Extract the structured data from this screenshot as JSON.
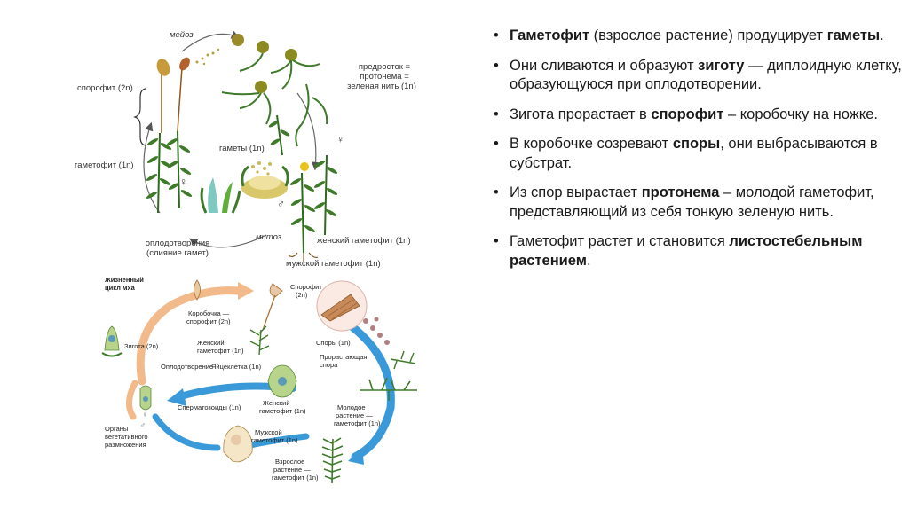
{
  "diagram_top": {
    "meiosis": "мейоз",
    "sporophyte": "спорофит (2n)",
    "gametophyte": "гаметофит (1n)",
    "protonema_l1": "предросток =",
    "protonema_l2": "протонема =",
    "protonema_l3": "зеленая нить (1n)",
    "gametes": "гаметы (1n)",
    "fert_l1": "оплодотворения",
    "fert_l2": "(слияние гамет)",
    "mitosis": "митоз",
    "female": "женский гаметофит (1n)",
    "male": "мужской гаметофит (1n)",
    "female_sym": "♀",
    "male_sym": "♂"
  },
  "diagram_bottom": {
    "title_l1": "Жизненный",
    "title_l2": "цикл мха",
    "sporophyte_l1": "Спорофит",
    "sporophyte_l2": "(2n)",
    "capsule_l1": "Коробочка —",
    "capsule_l2": "спорофит (2n)",
    "zygote": "Зигота (2n)",
    "female_l1": "Женский",
    "female_l2": "гаметофит (1n)",
    "spores": "Споры (1n)",
    "germ_l1": "Прорастающая",
    "germ_l2": "спора",
    "fertilization": "Оплодотворение",
    "egg": "Яйцеклетка (1n)",
    "female2_l1": "Женский",
    "female2_l2": "гаметофит (1n)",
    "sperm": "Сперматозоиды (1n)",
    "young_l1": "Молодое",
    "young_l2": "растение —",
    "young_l3": "гаметофит (1n)",
    "organs_l1": "Органы",
    "organs_l2": "вегетативного",
    "organs_l3": "размножения",
    "male_l1": "Мужской",
    "male_l2": "гаметофит (1n)",
    "adult_l1": "Взрослое",
    "adult_l2": "растение —",
    "adult_l3": "гаметофит (1n)"
  },
  "bullets": [
    {
      "b1": "Гаметофит",
      "t1": " (взрослое растение) продуцирует ",
      "b2": "гаметы",
      "t2": "."
    },
    {
      "t0": "Они сливаются и образуют ",
      "b1": "зиготу",
      "t1": " — диплоидную клетку, образующуюся при оплодотворении."
    },
    {
      "t0": "Зигота прорастает в ",
      "b1": "спорофит",
      "t1": " – коробочку на ножке."
    },
    {
      "t0": "В коробочке созревают ",
      "b1": "споры",
      "t1": ", они выбрасываются в субстрат."
    },
    {
      "t0": "Из спор вырастает ",
      "b1": "протонема",
      "t1": " – молодой гаметофит, представляющий из себя тонкую зеленую нить."
    },
    {
      "t0": "Гаметофит растет и становится ",
      "b1": "листостебельным растением",
      "t1": "."
    }
  ],
  "bullet_char": "•",
  "colors": {
    "moss_green": "#3f7a2a",
    "capsule_brown": "#a86b2a",
    "arrow_orange": "#f0b27a",
    "arrow_blue": "#3a9ad9",
    "spore_olive": "#8a8a1e"
  }
}
